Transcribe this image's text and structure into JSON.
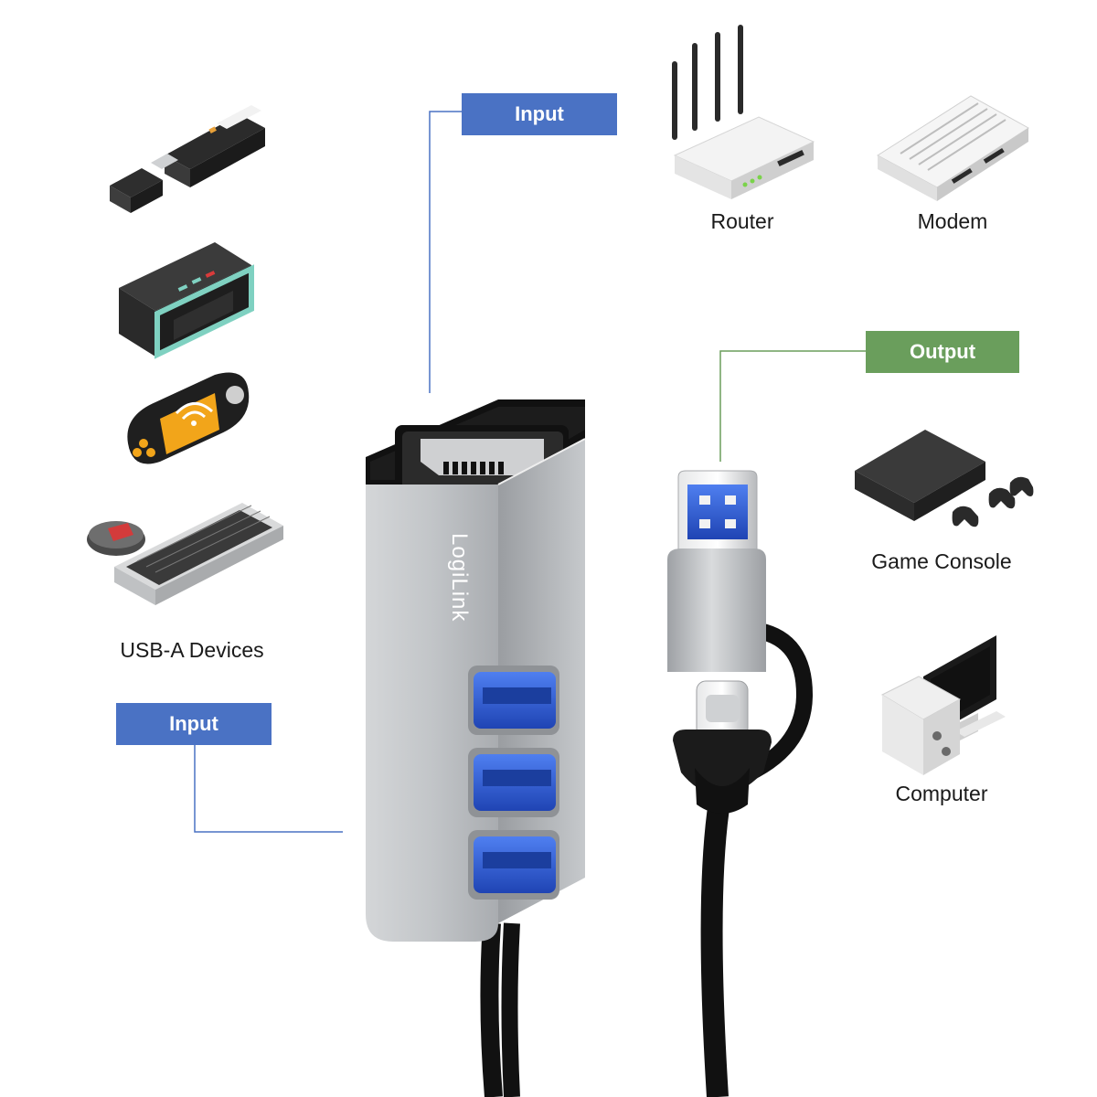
{
  "labels": {
    "input_top": "Input",
    "input_left": "Input",
    "output": "Output"
  },
  "captions": {
    "router": "Router",
    "modem": "Modem",
    "game_console": "Game Console",
    "computer": "Computer",
    "usb_a_devices": "USB-A Devices"
  },
  "brand": {
    "logo_text": "LogiLink"
  },
  "colors": {
    "input_blue": "#4a72c4",
    "output_green": "#6a9e5c",
    "usb_blue": "#2c5bd6",
    "hub_silver": "#b9bcbf"
  }
}
